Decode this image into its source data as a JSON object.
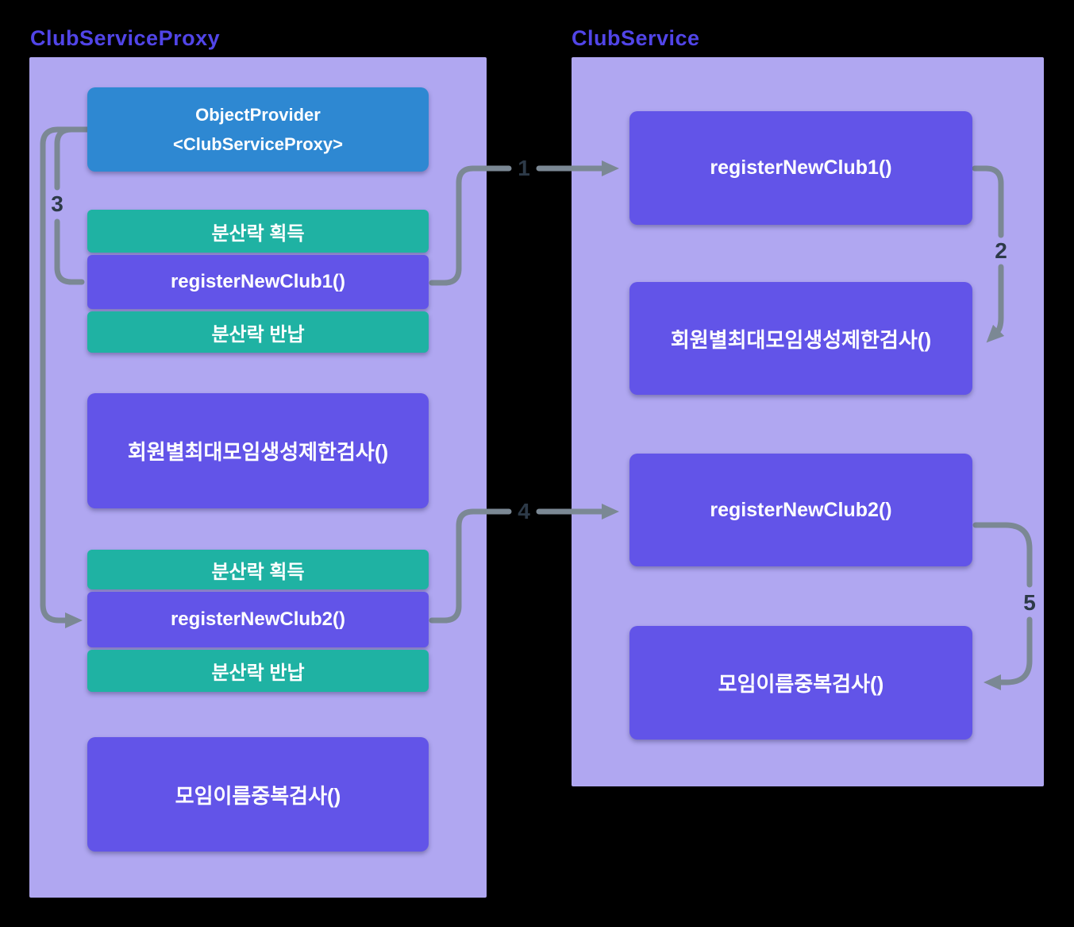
{
  "left_panel": {
    "title": "ClubServiceProxy",
    "boxes": {
      "object_provider": "ObjectProvider\n<ClubServiceProxy>",
      "lock_acquire_1": "분산락 획득",
      "register_new_club_1": "registerNewClub1()",
      "lock_release_1": "분산락 반납",
      "limit_check": "회원별최대모임생성제한검사()",
      "lock_acquire_2": "분산락 획득",
      "register_new_club_2": "registerNewClub2()",
      "lock_release_2": "분산락 반납",
      "name_dup_check": "모임이름중복검사()"
    }
  },
  "right_panel": {
    "title": "ClubService",
    "boxes": {
      "register_new_club_1": "registerNewClub1()",
      "limit_check": "회원별최대모임생성제한검사()",
      "register_new_club_2": "registerNewClub2()",
      "name_dup_check": "모임이름중복검사()"
    }
  },
  "arrows": {
    "n1": "1",
    "n2": "2",
    "n3": "3",
    "n4": "4",
    "n5": "5"
  },
  "colors": {
    "canvas_bg": "#000000",
    "panel_bg": "#b0a7f1",
    "box_purple": "#6254e8",
    "box_teal": "#1fb2a3",
    "box_blue": "#2e88d2",
    "title_text": "#5145e8",
    "connector": "#7b8894",
    "label_text": "#2d3a48"
  }
}
